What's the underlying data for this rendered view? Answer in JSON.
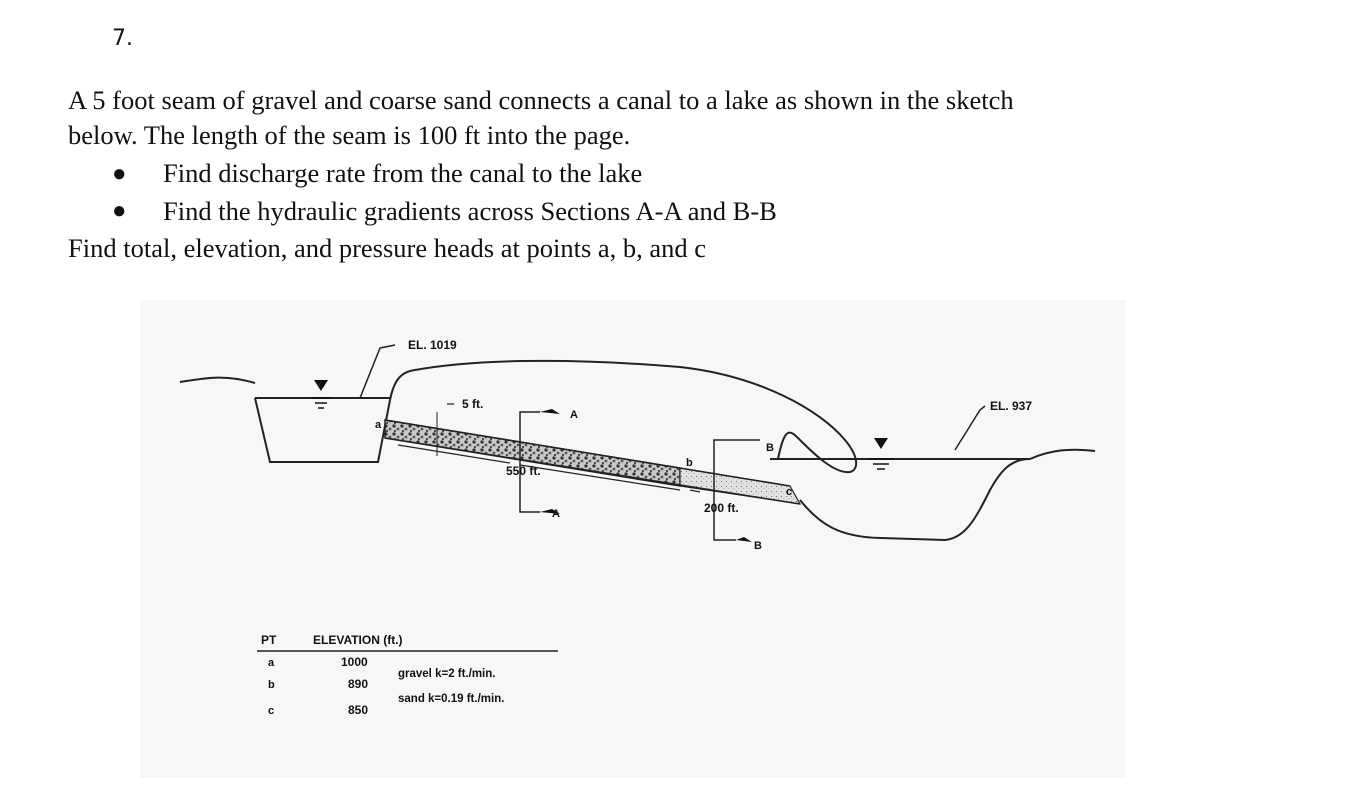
{
  "problem": {
    "number": "7.",
    "line1": "A 5 foot seam of gravel and coarse sand connects a canal to a lake as shown in the sketch",
    "line2": "below.  The length of the seam is 100 ft into the page.",
    "bullets": [
      "Find discharge rate from the canal to the lake",
      "Find the hydraulic gradients across Sections A-A and B-B"
    ],
    "line5": "Find total, elevation, and pressure heads at points a, b, and c"
  },
  "sketch": {
    "el_canal": "EL. 1019",
    "el_lake": "EL. 937",
    "seam_thickness": "5 ft.",
    "len_gravel": "550 ft.",
    "len_sand": "200 ft.",
    "section_a": "A",
    "section_b": "B",
    "point_a": "a",
    "point_b": "b",
    "point_c": "c",
    "table": {
      "col_pt": "PT",
      "col_elev": "ELEVATION (ft.)",
      "rows": [
        {
          "pt": "a",
          "elev": "1000"
        },
        {
          "pt": "b",
          "elev": "890"
        },
        {
          "pt": "c",
          "elev": "850"
        }
      ],
      "gravel_k": "gravel k=2 ft./min.",
      "sand_k": "sand k=0.19 ft./min."
    }
  }
}
